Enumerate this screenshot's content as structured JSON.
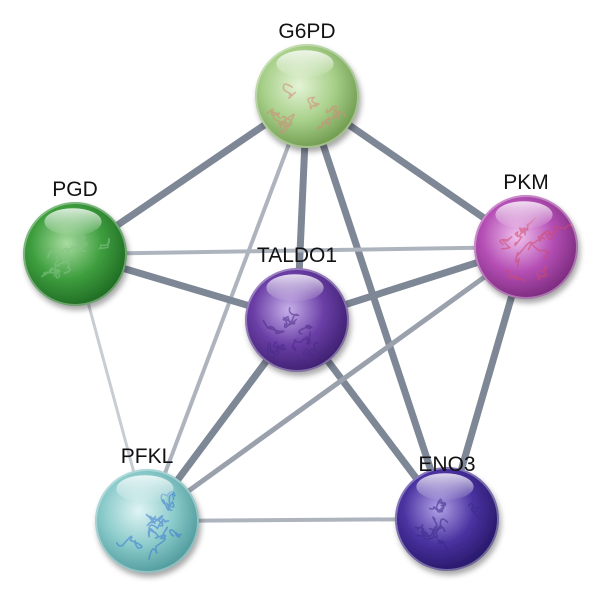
{
  "network": {
    "nodes": [
      {
        "id": "G6PD",
        "label": "G6PD",
        "color": "#a8d08a",
        "light": "#e4f3d6",
        "dark": "#6f9b4e",
        "texture": "#d48a7a"
      },
      {
        "id": "PGD",
        "label": "PGD",
        "color": "#3e9e3e",
        "light": "#a8dca0",
        "dark": "#1f6b23",
        "texture": "#86c48a"
      },
      {
        "id": "PKM",
        "label": "PKM",
        "color": "#b54fb5",
        "light": "#f0c2ee",
        "dark": "#7a2a7d",
        "texture": "#d24a6a"
      },
      {
        "id": "TALDO1",
        "label": "TALDO1",
        "color": "#6a3ea6",
        "light": "#c8b0ea",
        "dark": "#3d2070",
        "texture": "#4a2a88"
      },
      {
        "id": "PFKL",
        "label": "PFKL",
        "color": "#8ccbcb",
        "light": "#e0f4f4",
        "dark": "#4f9a9c",
        "texture": "#3a7ad0"
      },
      {
        "id": "ENO3",
        "label": "ENO3",
        "color": "#4a32a0",
        "light": "#b2a2e6",
        "dark": "#271868",
        "texture": "#3a2a88"
      }
    ],
    "edges": [
      {
        "source": "G6PD",
        "target": "PGD",
        "strength": "strong"
      },
      {
        "source": "G6PD",
        "target": "PKM",
        "strength": "strong"
      },
      {
        "source": "G6PD",
        "target": "TALDO1",
        "strength": "strong"
      },
      {
        "source": "G6PD",
        "target": "ENO3",
        "strength": "strong"
      },
      {
        "source": "G6PD",
        "target": "PFKL",
        "strength": "weak"
      },
      {
        "source": "PGD",
        "target": "TALDO1",
        "strength": "strong"
      },
      {
        "source": "PGD",
        "target": "PKM",
        "strength": "weak"
      },
      {
        "source": "PGD",
        "target": "PFKL",
        "strength": "faint"
      },
      {
        "source": "TALDO1",
        "target": "PKM",
        "strength": "strong"
      },
      {
        "source": "TALDO1",
        "target": "PFKL",
        "strength": "strong"
      },
      {
        "source": "TALDO1",
        "target": "ENO3",
        "strength": "strong"
      },
      {
        "source": "PKM",
        "target": "PFKL",
        "strength": "medium"
      },
      {
        "source": "PKM",
        "target": "ENO3",
        "strength": "strong"
      },
      {
        "source": "PFKL",
        "target": "ENO3",
        "strength": "weak"
      }
    ],
    "edge_colors": {
      "strong": "#7e8796",
      "medium": "#9aa1ad",
      "weak": "#aeb4be",
      "faint": "#c8ccd3"
    }
  }
}
